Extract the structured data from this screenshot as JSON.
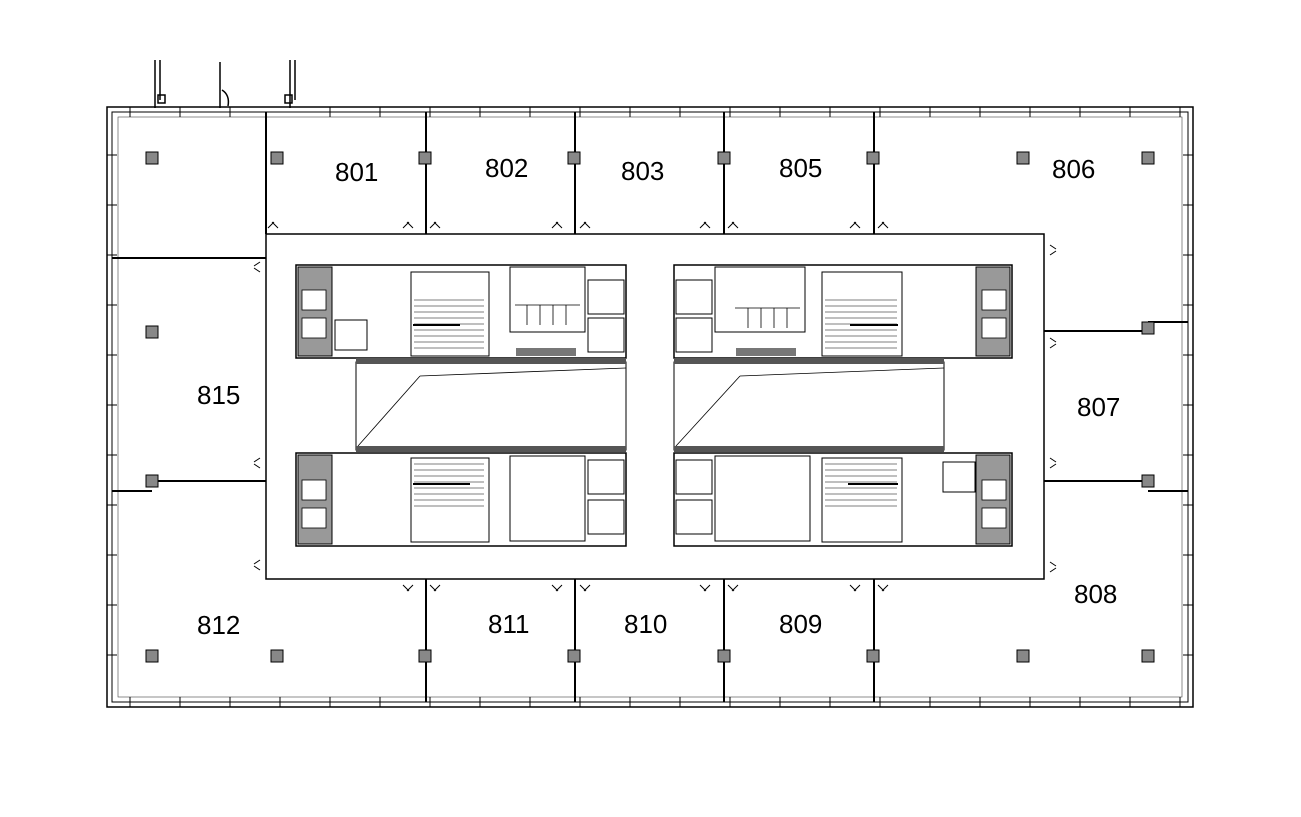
{
  "floor_plan": {
    "rooms": [
      {
        "label": "801"
      },
      {
        "label": "802"
      },
      {
        "label": "803"
      },
      {
        "label": "805"
      },
      {
        "label": "806"
      },
      {
        "label": "807"
      },
      {
        "label": "808"
      },
      {
        "label": "809"
      },
      {
        "label": "810"
      },
      {
        "label": "811"
      },
      {
        "label": "812"
      },
      {
        "label": "815"
      }
    ]
  }
}
